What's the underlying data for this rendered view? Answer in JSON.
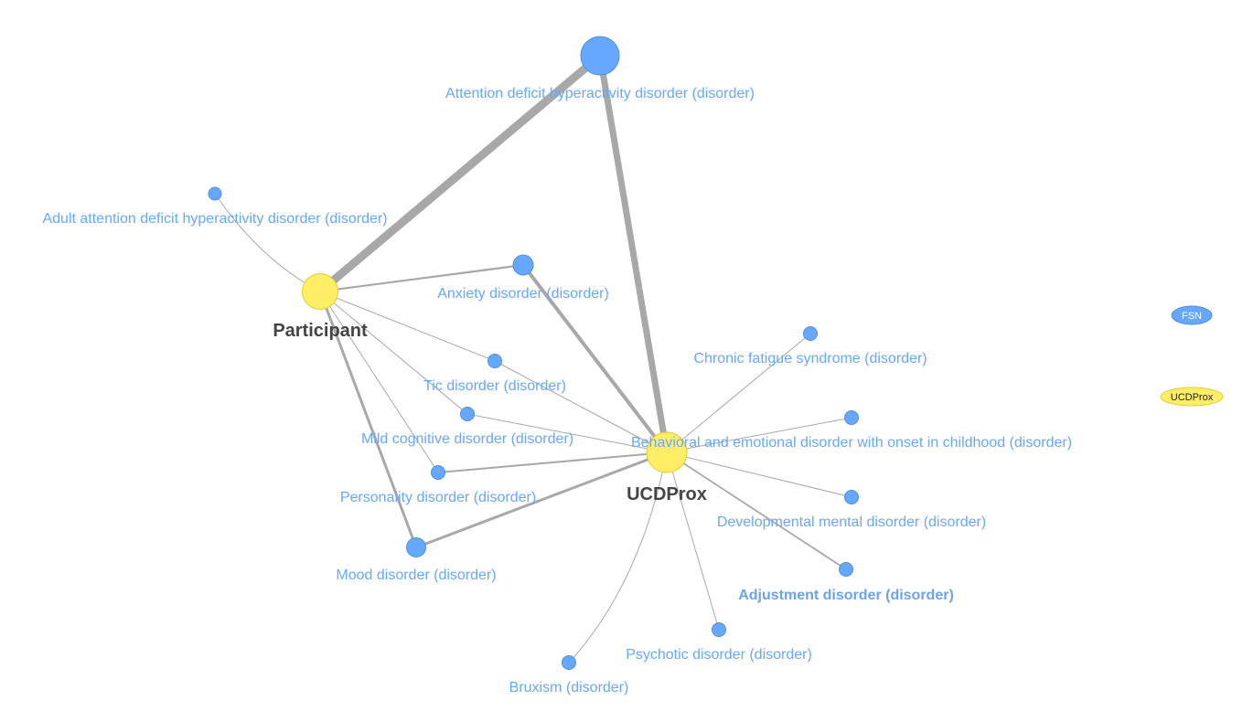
{
  "colors": {
    "disorder_node": "#66a8ff",
    "hub_node": "#ffee66",
    "edge": "#a8a8a8",
    "disorder_label": "#66a8ff",
    "hub_label": "#444444"
  },
  "nodes": [
    {
      "id": "participant",
      "label": "Participant",
      "kind": "hub"
    },
    {
      "id": "ucdprox",
      "label": "UCDProx",
      "kind": "hub"
    },
    {
      "id": "adhd",
      "label": "Attention deficit hyperactivity disorder (disorder)",
      "kind": "disorder"
    },
    {
      "id": "adult_adhd",
      "label": "Adult attention deficit hyperactivity disorder (disorder)",
      "kind": "disorder"
    },
    {
      "id": "anxiety",
      "label": "Anxiety disorder (disorder)",
      "kind": "disorder"
    },
    {
      "id": "tic",
      "label": "Tic disorder (disorder)",
      "kind": "disorder"
    },
    {
      "id": "mild_cog",
      "label": "Mild cognitive disorder (disorder)",
      "kind": "disorder"
    },
    {
      "id": "personality",
      "label": "Personality disorder (disorder)",
      "kind": "disorder"
    },
    {
      "id": "mood",
      "label": "Mood disorder (disorder)",
      "kind": "disorder"
    },
    {
      "id": "cfs",
      "label": "Chronic fatigue syndrome (disorder)",
      "kind": "disorder"
    },
    {
      "id": "behavioral",
      "label": "Behavioral and emotional disorder with onset in childhood (disorder)",
      "kind": "disorder"
    },
    {
      "id": "developmental",
      "label": "Developmental mental disorder (disorder)",
      "kind": "disorder"
    },
    {
      "id": "adjustment",
      "label": "Adjustment disorder (disorder)",
      "kind": "disorder",
      "emphasis": true
    },
    {
      "id": "psychotic",
      "label": "Psychotic disorder (disorder)",
      "kind": "disorder"
    },
    {
      "id": "bruxism",
      "label": "Bruxism (disorder)",
      "kind": "disorder"
    }
  ],
  "edges": [
    {
      "from": "participant",
      "to": "adhd",
      "weight": 9
    },
    {
      "from": "ucdprox",
      "to": "adhd",
      "weight": 7
    },
    {
      "from": "participant",
      "to": "adult_adhd",
      "weight": 1
    },
    {
      "from": "participant",
      "to": "anxiety",
      "weight": 2
    },
    {
      "from": "ucdprox",
      "to": "anxiety",
      "weight": 4
    },
    {
      "from": "participant",
      "to": "tic",
      "weight": 1
    },
    {
      "from": "ucdprox",
      "to": "tic",
      "weight": 1
    },
    {
      "from": "participant",
      "to": "mild_cog",
      "weight": 1
    },
    {
      "from": "ucdprox",
      "to": "mild_cog",
      "weight": 1
    },
    {
      "from": "participant",
      "to": "personality",
      "weight": 1
    },
    {
      "from": "ucdprox",
      "to": "personality",
      "weight": 2
    },
    {
      "from": "participant",
      "to": "mood",
      "weight": 3
    },
    {
      "from": "ucdprox",
      "to": "mood",
      "weight": 3
    },
    {
      "from": "ucdprox",
      "to": "cfs",
      "weight": 1
    },
    {
      "from": "ucdprox",
      "to": "behavioral",
      "weight": 1
    },
    {
      "from": "ucdprox",
      "to": "developmental",
      "weight": 1
    },
    {
      "from": "ucdprox",
      "to": "adjustment",
      "weight": 2
    },
    {
      "from": "ucdprox",
      "to": "psychotic",
      "weight": 1
    },
    {
      "from": "ucdprox",
      "to": "bruxism",
      "weight": 1
    }
  ],
  "legend": [
    {
      "label": "FSN",
      "kind": "disorder"
    },
    {
      "label": "UCDProx",
      "kind": "hub"
    }
  ]
}
